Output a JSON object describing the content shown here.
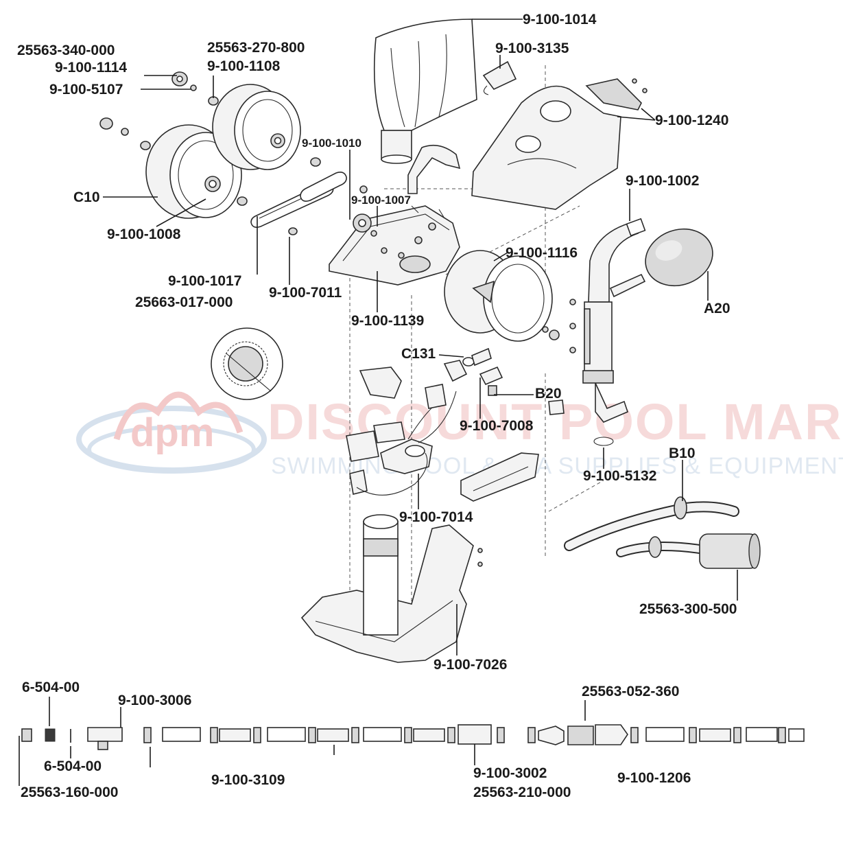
{
  "watermark": {
    "logo": "dpm",
    "brand_line1": "DISCOUNT POOL MART",
    "brand_line2": "SWIMMING POOL & SPA SUPPLIES & EQUIPMENT",
    "colors": {
      "red": "#f2c4c4",
      "blue": "#d2deec"
    }
  },
  "labels": {
    "l_25563_340_000": "25563-340-000",
    "l_9_100_1114": "9-100-1114",
    "l_9_100_5107": "9-100-5107",
    "l_25563_270_800": "25563-270-800",
    "l_9_100_1108": "9-100-1108",
    "l_9_100_1014": "9-100-1014",
    "l_9_100_3135": "9-100-3135",
    "l_9_100_1240": "9-100-1240",
    "l_9_100_1010": "9-100-1010",
    "l_9_100_1007": "9-100-1007",
    "l_c10": "C10",
    "l_9_100_1008": "9-100-1008",
    "l_9_100_1002": "9-100-1002",
    "l_9_100_1116": "9-100-1116",
    "l_a20": "A20",
    "l_9_100_1017": "9-100-1017",
    "l_25663_017_000": "25663-017-000",
    "l_9_100_7011": "9-100-7011",
    "l_9_100_1139": "9-100-1139",
    "l_c131": "C131",
    "l_b20": "B20",
    "l_9_100_7008": "9-100-7008",
    "l_b10": "B10",
    "l_9_100_5132": "9-100-5132",
    "l_9_100_7014": "9-100-7014",
    "l_25563_300_500": "25563-300-500",
    "l_9_100_7026": "9-100-7026",
    "l_6_504_00_a": "6-504-00",
    "l_9_100_3006": "9-100-3006",
    "l_25563_052_360": "25563-052-360",
    "l_6_504_00_b": "6-504-00",
    "l_9_100_3109": "9-100-3109",
    "l_9_100_3002": "9-100-3002",
    "l_25563_210_000": "25563-210-000",
    "l_9_100_1206": "9-100-1206",
    "l_25563_160_000": "25563-160-000"
  }
}
